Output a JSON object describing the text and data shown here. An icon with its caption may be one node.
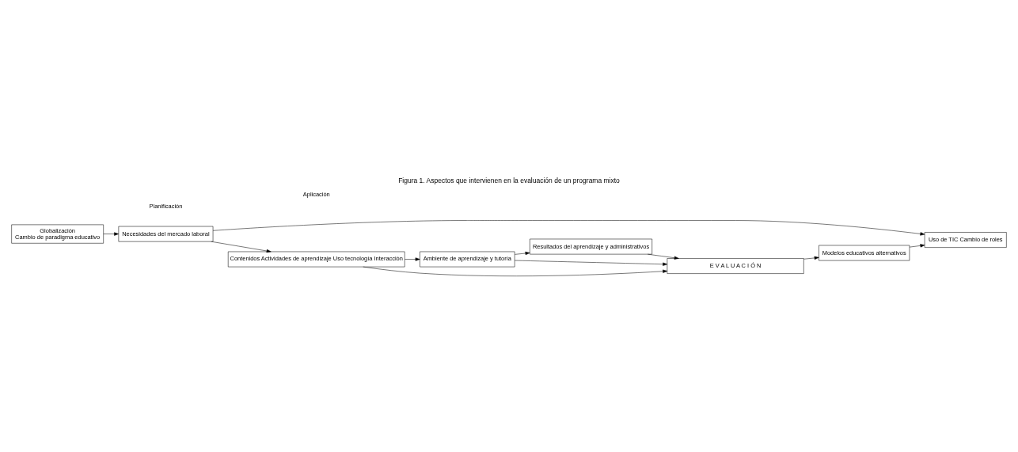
{
  "diagram": {
    "title": "Figura 1. Aspectos que intervienen en la evaluación de un programa mixto",
    "nodes": [
      {
        "text": [
          "Globalización",
          "Cambio de paradigma educativo"
        ]
      },
      {
        "text": [
          "Necesidades del mercado laboral"
        ]
      },
      {
        "text": [
          "Uso de TIC Cambio de roles"
        ]
      },
      {
        "text": [
          "Modelos educativos alternativos"
        ]
      },
      {
        "text": [
          "Contenidos Actividades de aprendizaje Uso tecnología Interacción"
        ]
      },
      {
        "text": [
          "Ambiente de aprendizaje y tutoría"
        ]
      },
      {
        "text": [
          "Resultados del aprendizaje y administrativos"
        ]
      },
      {
        "text": [
          "E V A L U A C I Ó N"
        ]
      }
    ],
    "edges": [
      {
        "from": 0,
        "to": 1,
        "arrow": "to"
      },
      {
        "from": 1,
        "to": 4,
        "arrow": "to"
      },
      {
        "from": 1,
        "to": 2,
        "arrow": "to"
      },
      {
        "from": 3,
        "to": 2,
        "arrow": "to"
      },
      {
        "from": 4,
        "to": 5,
        "arrow": "to"
      },
      {
        "from": 5,
        "to": 6,
        "arrow": "to"
      },
      {
        "from": 4,
        "to": 7,
        "arrow": "to"
      },
      {
        "from": 5,
        "to": 7,
        "arrow": "to"
      },
      {
        "from": 6,
        "to": 7,
        "arrow": "to"
      },
      {
        "from": 7,
        "to": 3,
        "arrow": "to"
      }
    ],
    "labels": [
      "Planificación",
      "Aplicación"
    ]
  }
}
